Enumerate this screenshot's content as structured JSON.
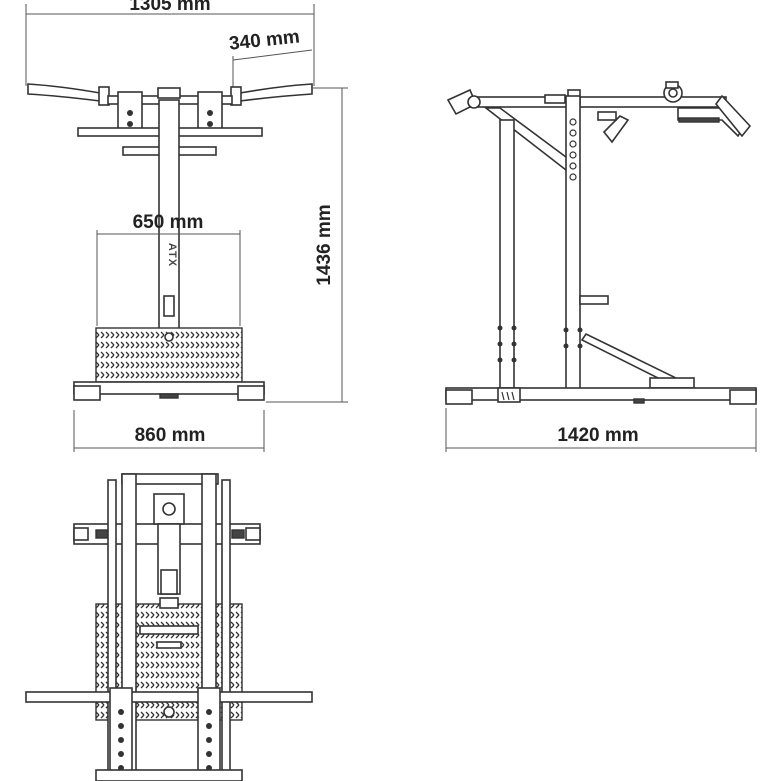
{
  "diagram": {
    "brand_mark": "ATX",
    "dimensions": {
      "front_total_width": "1305 mm",
      "front_handle_width": "340 mm",
      "front_platform_width": "650 mm",
      "front_height": "1436 mm",
      "front_base_width": "860 mm",
      "side_length": "1420 mm"
    },
    "views": [
      {
        "id": "front",
        "name": "front-view"
      },
      {
        "id": "side",
        "name": "side-view"
      },
      {
        "id": "top",
        "name": "top-view"
      }
    ]
  }
}
